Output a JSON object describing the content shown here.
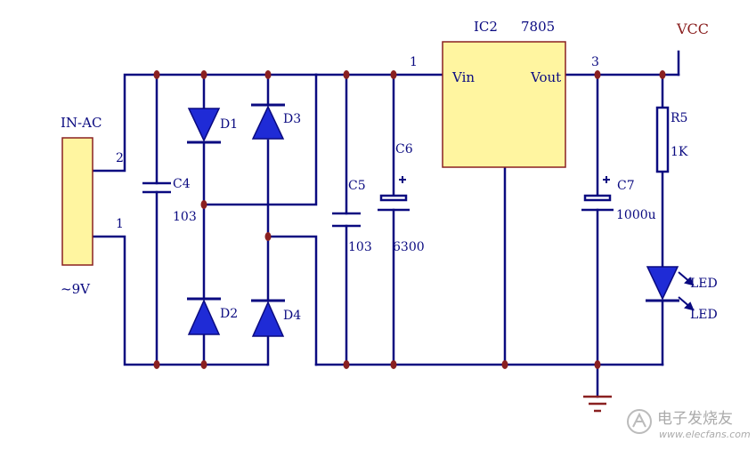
{
  "labels": {
    "in_ac": "IN-AC",
    "in_voltage": "~9V",
    "pin2": "2",
    "pin1": "1",
    "c4": "C4",
    "c4_val": "103",
    "d1": "D1",
    "d2": "D2",
    "d3": "D3",
    "d4": "D4",
    "c5": "C5",
    "c5_val": "103",
    "c6": "C6",
    "c6_val": "6300",
    "ic2": "IC2",
    "ic_part": "7805",
    "pin_in": "1",
    "pin_out": "3",
    "vin": "Vin",
    "vout": "Vout",
    "c7": "C7",
    "c7_val": "1000u",
    "vcc": "VCC",
    "r5": "R5",
    "r5_val": "1K",
    "led1": "LED",
    "led2": "LED"
  },
  "watermark": {
    "cn": "电子发烧友",
    "url": "www.elecfans.com"
  },
  "colors": {
    "wire": "#0a0a80",
    "junction": "#8a2020",
    "ic_fill": "#fff5a0",
    "ic_stroke": "#8a2020",
    "diode_fill": "#1f2bd6",
    "connector_fill": "#fff5a0"
  }
}
